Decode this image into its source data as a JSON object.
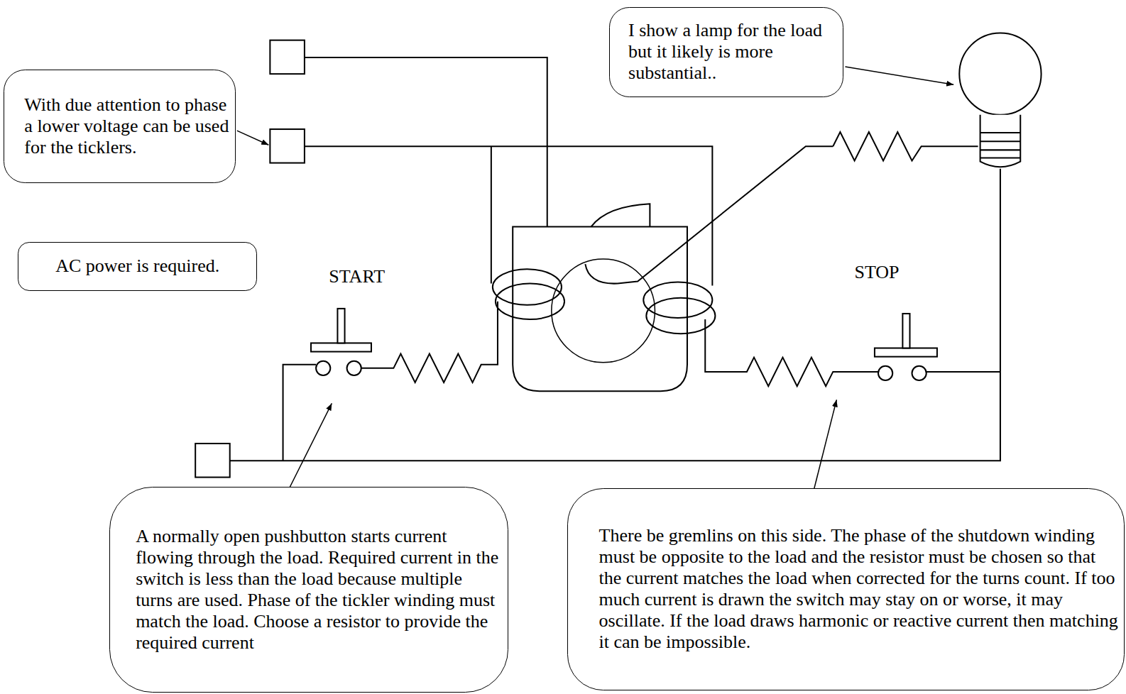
{
  "diagram": {
    "nodes": [
      {
        "text": [
          "I show a lamp for the load but it likely is more substantial.."
        ]
      },
      {
        "text": [
          "With due attention to phase a lower voltage can be used for the ticklers."
        ]
      },
      {
        "text": [
          "AC power is required."
        ]
      },
      {
        "text": [
          "A normally open pushbutton starts current flowing through the load. Required current in the switch is less than the load because multiple turns are used. Phase of the tickler winding must match the load. Choose a resistor to provide the required current"
        ]
      },
      {
        "text": [
          "There be gremlins on this side. The phase of the shutdown winding must be opposite to the load and the resistor must be chosen so that the current matches the load when corrected for the turns count. If too much current is drawn the switch may stay on or worse, it may oscillate. If the load draws harmonic or reactive current then matching it can be impossible."
        ]
      }
    ],
    "labels": [
      "START",
      "STOP"
    ]
  }
}
